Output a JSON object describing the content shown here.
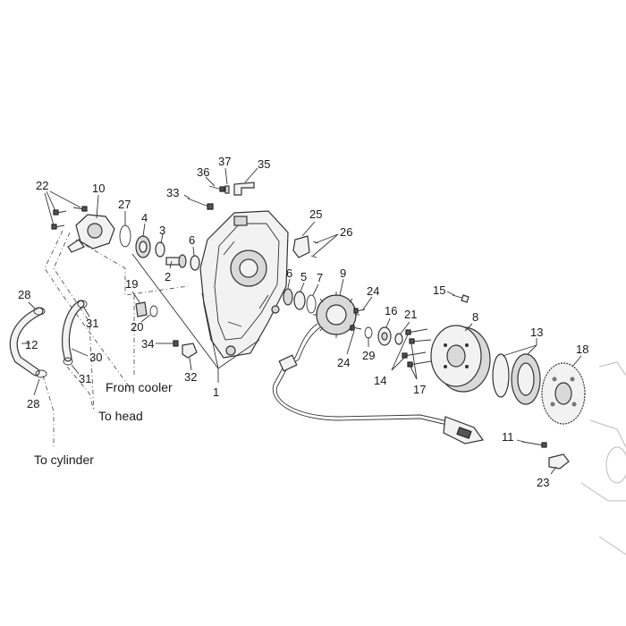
{
  "callouts": [
    {
      "id": "c1",
      "text": "1"
    },
    {
      "id": "c2",
      "text": "2"
    },
    {
      "id": "c3",
      "text": "3"
    },
    {
      "id": "c4",
      "text": "4"
    },
    {
      "id": "c5",
      "text": "5"
    },
    {
      "id": "c6a",
      "text": "6"
    },
    {
      "id": "c6b",
      "text": "6"
    },
    {
      "id": "c7",
      "text": "7"
    },
    {
      "id": "c8",
      "text": "8"
    },
    {
      "id": "c9",
      "text": "9"
    },
    {
      "id": "c10",
      "text": "10"
    },
    {
      "id": "c11",
      "text": "11"
    },
    {
      "id": "c12",
      "text": "12"
    },
    {
      "id": "c13",
      "text": "13"
    },
    {
      "id": "c14",
      "text": "14"
    },
    {
      "id": "c15",
      "text": "15"
    },
    {
      "id": "c16",
      "text": "16"
    },
    {
      "id": "c17",
      "text": "17"
    },
    {
      "id": "c18",
      "text": "18"
    },
    {
      "id": "c19",
      "text": "19"
    },
    {
      "id": "c20",
      "text": "20"
    },
    {
      "id": "c21",
      "text": "21"
    },
    {
      "id": "c22",
      "text": "22"
    },
    {
      "id": "c23",
      "text": "23"
    },
    {
      "id": "c24a",
      "text": "24"
    },
    {
      "id": "c24b",
      "text": "24"
    },
    {
      "id": "c25",
      "text": "25"
    },
    {
      "id": "c26",
      "text": "26"
    },
    {
      "id": "c27",
      "text": "27"
    },
    {
      "id": "c28a",
      "text": "28"
    },
    {
      "id": "c28b",
      "text": "28"
    },
    {
      "id": "c29",
      "text": "29"
    },
    {
      "id": "c30",
      "text": "30"
    },
    {
      "id": "c31a",
      "text": "31"
    },
    {
      "id": "c31b",
      "text": "31"
    },
    {
      "id": "c32",
      "text": "32"
    },
    {
      "id": "c33",
      "text": "33"
    },
    {
      "id": "c34",
      "text": "34"
    },
    {
      "id": "c35",
      "text": "35"
    },
    {
      "id": "c36",
      "text": "36"
    },
    {
      "id": "c37",
      "text": "37"
    }
  ],
  "captions": {
    "from_cooler": "From cooler",
    "to_head": "To head",
    "to_cylinder": "To cylinder"
  }
}
